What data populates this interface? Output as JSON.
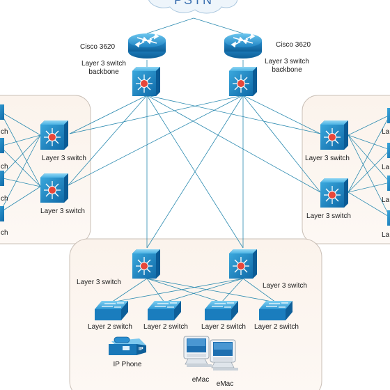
{
  "diagram": {
    "cloud_label": "PSTN",
    "labels": {
      "router_left": "Cisco 3620",
      "router_right": "Cisco 3620",
      "backbone_left_line1": "Layer 3 switch",
      "backbone_left_line2": "backbone",
      "backbone_right_line1": "Layer 3 switch",
      "backbone_right_line2": "backbone",
      "left_l3_a": "Layer 3 switch",
      "left_l3_b": "Layer 3 switch",
      "right_l3_a": "Layer 3 switch",
      "right_l3_b": "Layer 3 switch",
      "bottom_l3_a": "Layer 3 switch",
      "bottom_l3_b": "Layer 3 switch",
      "l2_1": "Layer 2 switch",
      "l2_2": "Layer 2 switch",
      "l2_3": "Layer 2 switch",
      "l2_4": "Layer 2 switch",
      "ip_phone": "IP Phone",
      "emac_1": "eMac",
      "emac_2": "eMac",
      "left_edge": [
        "ch",
        "ch",
        "ch",
        "ch"
      ],
      "right_edge": [
        "La",
        "La",
        "La",
        "La"
      ]
    }
  }
}
